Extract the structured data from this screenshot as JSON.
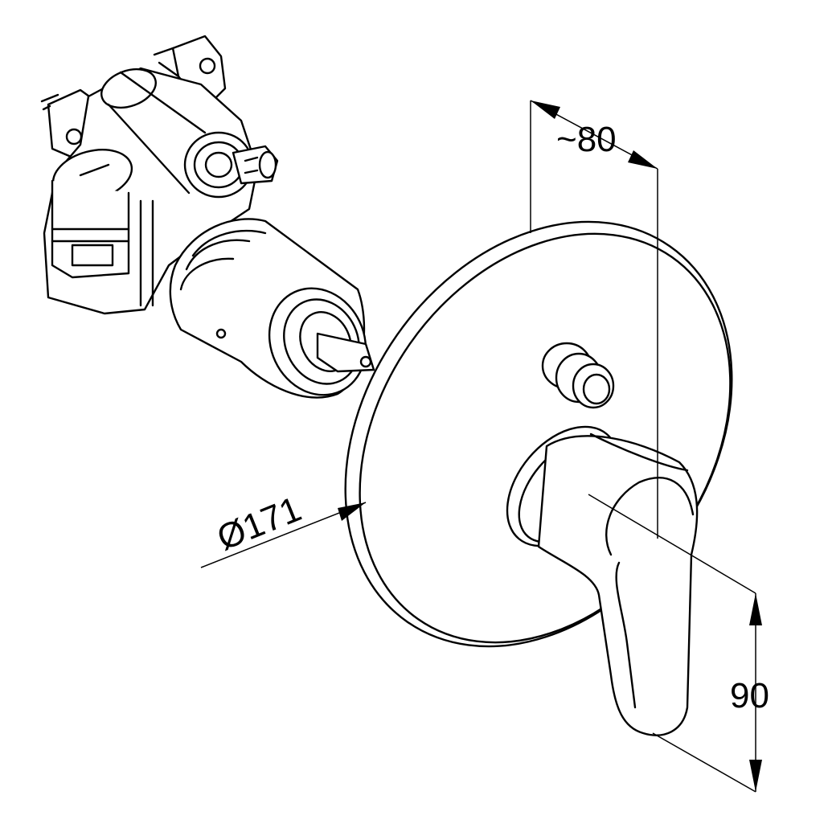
{
  "dimensions": {
    "depth_label": "~80",
    "diameter_label": "Ø171",
    "height_label": "90"
  },
  "colors": {
    "line": "#000000",
    "background": "#ffffff"
  }
}
